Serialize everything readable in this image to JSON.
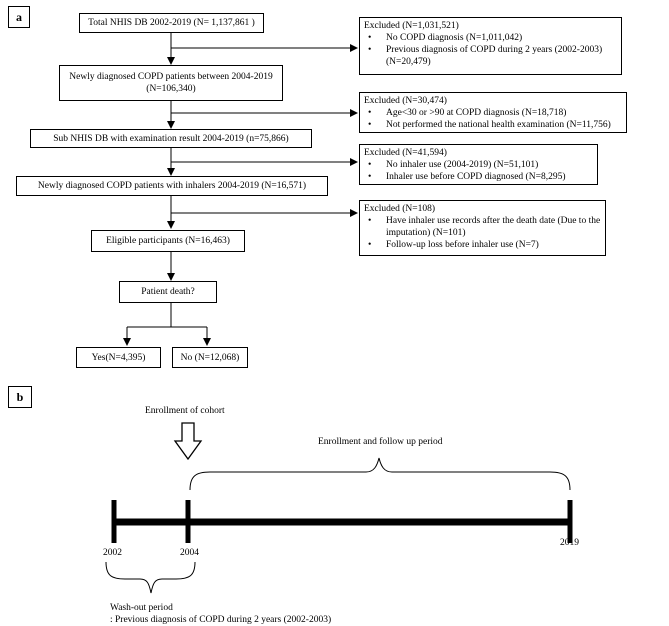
{
  "panel_a": {
    "label": "a",
    "boxes": {
      "total": "Total NHIS DB 2002-2019 (N= 1,137,861 )",
      "newly": "Newly diagnosed COPD patients between 2004-2019 (N=106,340)",
      "sub": "Sub NHIS DB with examination result 2004-2019 (n=75,866)",
      "inhalers": "Newly diagnosed COPD patients with inhalers 2004-2019 (N=16,571)",
      "eligible": "Eligible participants (N=16,463)",
      "death": "Patient death?",
      "yes": "Yes(N=4,395)",
      "no": "No (N=12,068)"
    },
    "exclusions": [
      {
        "header": "Excluded (N=1,031,521)",
        "items": [
          "No COPD diagnosis (N=1,011,042)",
          "Previous diagnosis of COPD during 2 years (2002-2003) (N=20,479)"
        ]
      },
      {
        "header": "Excluded (N=30,474)",
        "items": [
          "Age<30 or >90 at COPD diagnosis (N=18,718)",
          "Not performed the national health examination (N=11,756)"
        ]
      },
      {
        "header": "Excluded (N=41,594)",
        "items": [
          "No inhaler use (2004-2019) (N=51,101)",
          "Inhaler use before COPD diagnosed (N=8,295)"
        ]
      },
      {
        "header": "Excluded (N=108)",
        "items": [
          "Have inhaler use records after the death date (Due to the imputation) (N=101)",
          "Follow-up loss before inhaler use (N=7)"
        ]
      }
    ]
  },
  "panel_b": {
    "label": "b",
    "enrollment_of_cohort": "Enrollment of cohort",
    "enrollment_follow_up": "Enrollment and follow up period",
    "years": [
      "2002",
      "2004",
      "2019"
    ],
    "washout_title": "Wash-out period",
    "washout_desc": ": Previous diagnosis of COPD during 2 years (2002-2003)"
  }
}
